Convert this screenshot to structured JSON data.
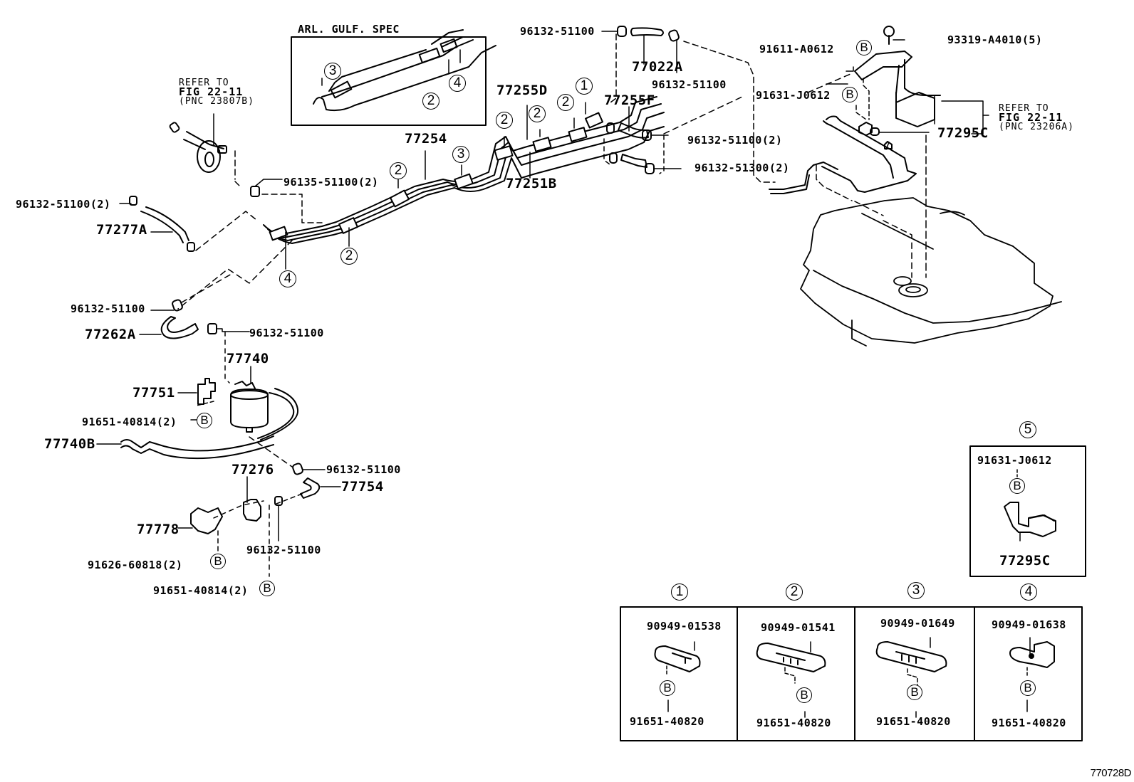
{
  "diagram": {
    "type": "exploded parts diagram",
    "subject": "fuel tank & fuel lines",
    "code": "770728D"
  },
  "inset_arl_gulf": {
    "title": "ARL. GULF. SPEC",
    "callouts": [
      "3",
      "2",
      "4"
    ]
  },
  "refer_1": {
    "line1": "REFER TO",
    "fig": "FIG 22-11",
    "pnc": "(PNC 23807B)"
  },
  "refer_2": {
    "line1": "REFER TO",
    "fig": "FIG 22-11",
    "pnc": "(PNC 23206A)"
  },
  "labels": {
    "p96132_51100_top": "96132-51100",
    "p77022A": "77022A",
    "p96132_51100_top2": "96132-51100",
    "p77255D": "77255D",
    "p77255F": "77255F",
    "p77254": "77254",
    "p77251B": "77251B",
    "p96132_51100_2_right": "96132-51100(2)",
    "p96132_51300_2": "96132-51300(2)",
    "p91611_A0612": "91611-A0612",
    "p93319_A4010": "93319-A4010(5)",
    "p91631_J0612": "91631-J0612",
    "p77295C": "77295C",
    "p96135_51100_2": "96135-51100(2)",
    "p96132_51100_2_left": "96132-51100(2)",
    "p77277A": "77277A",
    "p96132_51100_mid": "96132-51100",
    "p77262A": "77262A",
    "p96132_51100_mid2": "96132-51100",
    "p77740": "77740",
    "p77751": "77751",
    "p91651_40814_2_a": "91651-40814(2)",
    "p77740B": "77740B",
    "p96132_51100_low": "96132-51100",
    "p77754": "77754",
    "p77276": "77276",
    "p77778": "77778",
    "p96132_51100_low2": "96132-51100",
    "p91626_60818_2": "91626-60818(2)",
    "p91651_40814_2_b": "91651-40814(2)"
  },
  "callouts_main": {
    "c1": "1",
    "c2a": "2",
    "c2b": "2",
    "c2c": "2",
    "c2d": "2",
    "c2e": "2",
    "c3": "3",
    "c4": "4"
  },
  "bolt_marker": "B",
  "detail_5": {
    "number": "5",
    "top_part": "91631-J0612",
    "marker": "B",
    "bottom_part": "77295C"
  },
  "detail_boxes": [
    {
      "number": "1",
      "clamp": "90949-01538",
      "marker": "B",
      "bolt": "91651-40820"
    },
    {
      "number": "2",
      "clamp": "90949-01541",
      "marker": "B",
      "bolt": "91651-40820"
    },
    {
      "number": "3",
      "clamp": "90949-01649",
      "marker": "B",
      "bolt": "91651-40820"
    },
    {
      "number": "4",
      "clamp": "90949-01638",
      "marker": "B",
      "bolt": "91651-40820"
    }
  ]
}
